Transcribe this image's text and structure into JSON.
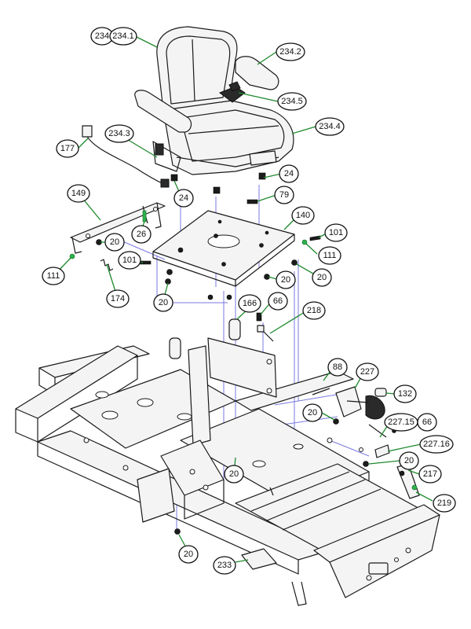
{
  "callouts": [
    {
      "id": "c234",
      "label": "234"
    },
    {
      "id": "c2341",
      "label": "234.1"
    },
    {
      "id": "c2342",
      "label": "234.2"
    },
    {
      "id": "c2345",
      "label": "234.5"
    },
    {
      "id": "c2343",
      "label": "234.3"
    },
    {
      "id": "c2344",
      "label": "234.4"
    },
    {
      "id": "c177",
      "label": "177"
    },
    {
      "id": "c24a",
      "label": "24"
    },
    {
      "id": "c24b",
      "label": "24"
    },
    {
      "id": "c79",
      "label": "79"
    },
    {
      "id": "c149",
      "label": "149"
    },
    {
      "id": "c140",
      "label": "140"
    },
    {
      "id": "c26",
      "label": "26"
    },
    {
      "id": "c20a",
      "label": "20"
    },
    {
      "id": "c101a",
      "label": "101"
    },
    {
      "id": "c101b",
      "label": "101"
    },
    {
      "id": "c111a",
      "label": "111"
    },
    {
      "id": "c111b",
      "label": "111"
    },
    {
      "id": "c20b",
      "label": "20"
    },
    {
      "id": "c20c",
      "label": "20"
    },
    {
      "id": "c174",
      "label": "174"
    },
    {
      "id": "c20d",
      "label": "20"
    },
    {
      "id": "c166",
      "label": "166"
    },
    {
      "id": "c66a",
      "label": "66"
    },
    {
      "id": "c218",
      "label": "218"
    },
    {
      "id": "c88",
      "label": "88"
    },
    {
      "id": "c227",
      "label": "227"
    },
    {
      "id": "c132",
      "label": "132"
    },
    {
      "id": "c20e",
      "label": "20"
    },
    {
      "id": "c22715",
      "label": "227.15"
    },
    {
      "id": "c66b",
      "label": "66"
    },
    {
      "id": "c22716",
      "label": "227.16"
    },
    {
      "id": "c20f",
      "label": "20"
    },
    {
      "id": "c217",
      "label": "217"
    },
    {
      "id": "c20g",
      "label": "20"
    },
    {
      "id": "c219",
      "label": "219"
    },
    {
      "id": "c20h",
      "label": "20"
    },
    {
      "id": "c233",
      "label": "233"
    }
  ]
}
